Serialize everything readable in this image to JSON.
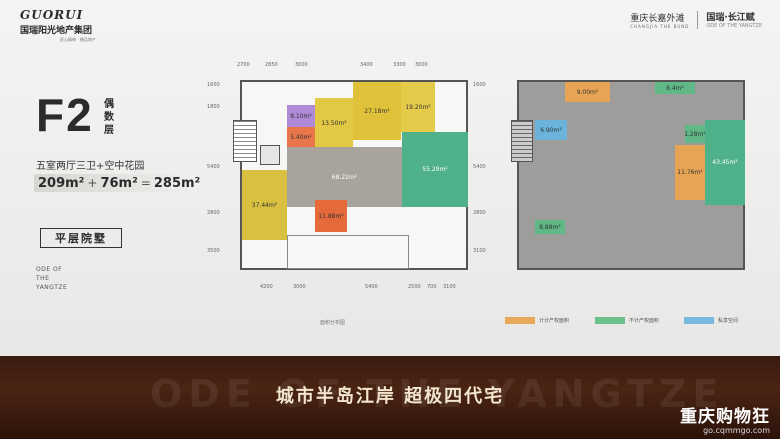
{
  "header": {
    "logo_en": "GUORUI",
    "logo_cn": "国瑞阳光地产集团",
    "logo_tag": "匠心精神 · 臻品地产",
    "brand1_cn": "重庆长嘉外滩",
    "brand1_en": "CHANGJIA THE BUND",
    "brand2_cn": "国瑞·长江赋",
    "brand2_sub": "ODE OF THE YANGTZE"
  },
  "unit": {
    "model": "F2",
    "floor": "偶数层",
    "layout": "五室两厅三卫+空中花园",
    "area1": "209m²",
    "area2": "76m²",
    "area3": "285m²",
    "plus1": "+",
    "plus2": "=",
    "villa": "平层院墅",
    "ode": [
      "ODE OF",
      "THE",
      "YANGTZE"
    ]
  },
  "plan_left": {
    "top_dims": [
      "2700",
      "2850",
      "3000",
      "3400",
      "3300",
      "3000"
    ],
    "bottom_dims": [
      "4200",
      "3000",
      "5400",
      "2500",
      "700",
      "3100"
    ],
    "left_dims": [
      "1600",
      "1800",
      "5400",
      "2800",
      "3500"
    ],
    "right_dims": [
      "1600",
      "5400",
      "2800",
      "3100"
    ],
    "rooms": [
      {
        "name": "8.10m²"
      },
      {
        "name": "13.50m²"
      },
      {
        "name": "27.18m²"
      },
      {
        "name": "19.20m²"
      },
      {
        "name": "5.40m²"
      },
      {
        "name": "68.22m²"
      },
      {
        "name": "55.29m²"
      },
      {
        "name": "37.44m²"
      },
      {
        "name": "11.88m²"
      }
    ]
  },
  "plan_right": {
    "rooms": [
      {
        "name": "9.00m²"
      },
      {
        "name": "6.4m²"
      },
      {
        "name": "6.90m²"
      },
      {
        "name": "1.28m²"
      },
      {
        "name": "43.45m²"
      },
      {
        "name": "11.76m²"
      },
      {
        "name": "8.88m²"
      }
    ]
  },
  "legend": [
    {
      "label": "计计产权面积",
      "color": "#e8a85a"
    },
    {
      "label": "不计产权面积",
      "color": "#6cc08a"
    },
    {
      "label": "私享空间",
      "color": "#7ab8e0"
    }
  ],
  "caption": "面积分布图",
  "slogan": "城市半岛江岸  超极四代宅",
  "band_bg": "ODE OF THE YANGTZE",
  "watermark_title": "重庆购物狂",
  "watermark_url": "go.cqmmgo.com"
}
